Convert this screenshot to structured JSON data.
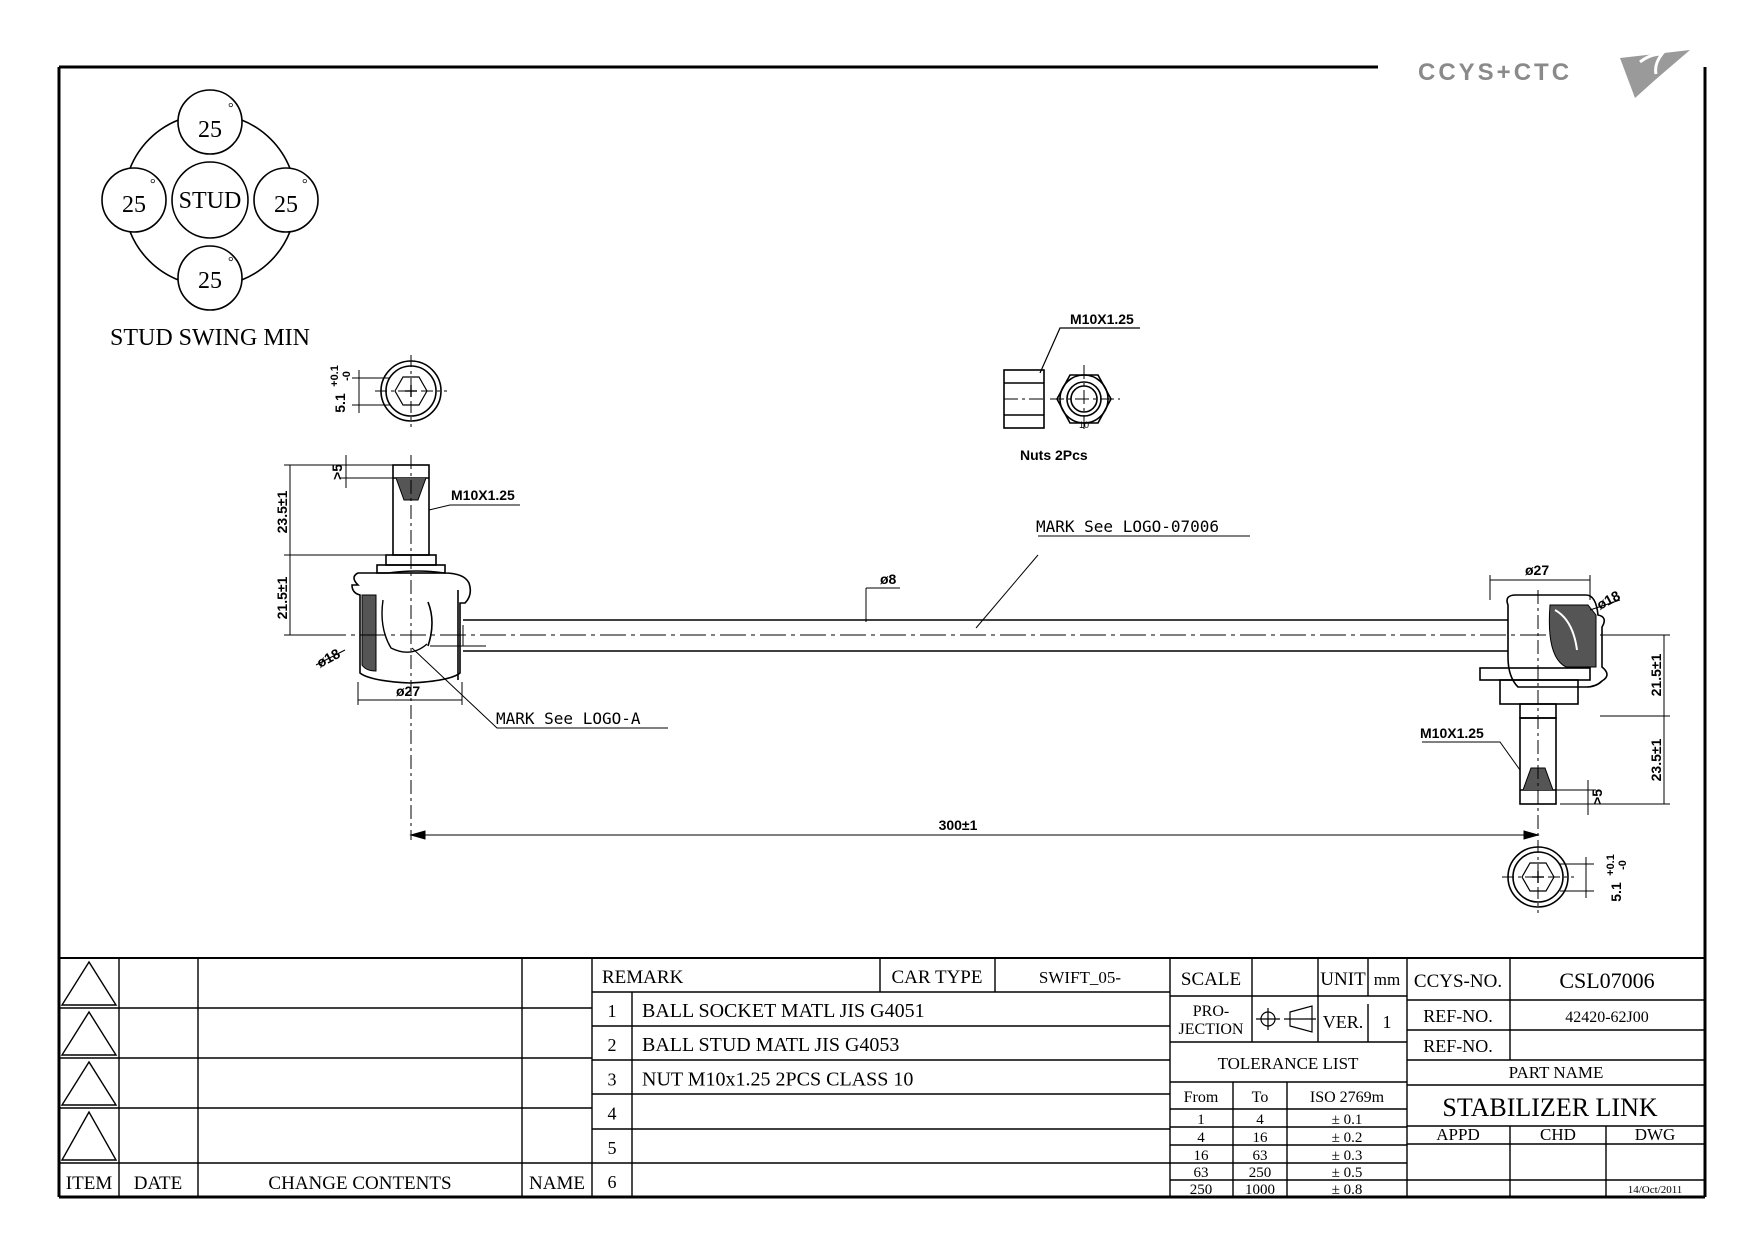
{
  "logo": {
    "text": "CCYS+CTC"
  },
  "stud_swing": {
    "label": "STUD SWING MIN",
    "center": "STUD",
    "top": "25",
    "left": "25",
    "right": "25",
    "bottom": "25",
    "degree_symbol": "°"
  },
  "callouts": {
    "nut_thread": "M10X1.25",
    "nuts_qty": "Nuts 2Pcs",
    "nut_size": "10",
    "mark_logo_07006": "MARK See LOGO-07006",
    "mark_logo_a": "MARK See LOGO-A",
    "left_thread": "M10X1.25",
    "right_thread": "M10X1.25"
  },
  "dimensions": {
    "left_hex_tol": "5.1",
    "tol_plus": "+0.1",
    "tol_minus": "-0",
    "right_hex_tol": "5.1",
    "left_gt5": ">5",
    "right_gt5": ">5",
    "left_stud_len": "23.5±1",
    "left_socket_h": "21.5±1",
    "right_stud_len": "23.5±1",
    "right_socket_h": "21.5±1",
    "left_ball": "ø18",
    "right_ball": "ø18",
    "left_socket_dia": "ø27",
    "right_socket_dia": "ø27",
    "rod_dia": "ø8",
    "length": "300±1"
  },
  "revision_table": {
    "headers": {
      "item": "ITEM",
      "date": "DATE",
      "change": "CHANGE CONTENTS",
      "name": "NAME"
    }
  },
  "remarks": {
    "header": "REMARK",
    "car_type_label": "CAR TYPE",
    "car_type_value": "SWIFT_05-",
    "rows": [
      {
        "no": "1",
        "text": "BALL SOCKET MATL JIS G4051"
      },
      {
        "no": "2",
        "text": "BALL STUD MATL JIS G4053"
      },
      {
        "no": "3",
        "text": "NUT M10x1.25 2PCS CLASS 10"
      },
      {
        "no": "4",
        "text": ""
      },
      {
        "no": "5",
        "text": ""
      },
      {
        "no": "6",
        "text": ""
      }
    ]
  },
  "info": {
    "scale_label": "SCALE",
    "scale_value": "",
    "unit_label": "UNIT",
    "unit_value": "mm",
    "projection_label_1": "PRO-",
    "projection_label_2": "JECTION",
    "ver_label": "VER.",
    "ver_value": "1"
  },
  "tolerance": {
    "title": "TOLERANCE LIST",
    "headers": [
      "From",
      "To",
      "ISO 2769m"
    ],
    "rows": [
      [
        "1",
        "4",
        "± 0.1"
      ],
      [
        "4",
        "16",
        "± 0.2"
      ],
      [
        "16",
        "63",
        "± 0.3"
      ],
      [
        "63",
        "250",
        "± 0.5"
      ],
      [
        "250",
        "1000",
        "± 0.8"
      ]
    ]
  },
  "title_block": {
    "ccys_no_label": "CCYS-NO.",
    "ccys_no_value": "CSL07006",
    "ref_no_label_1": "REF-NO.",
    "ref_no_value_1": "42420-62J00",
    "ref_no_label_2": "REF-NO.",
    "ref_no_value_2": "",
    "part_name_label": "PART NAME",
    "part_name_value": "STABILIZER LINK",
    "appd": "APPD",
    "chd": "CHD",
    "dwg": "DWG",
    "date": "14/Oct/2011"
  }
}
